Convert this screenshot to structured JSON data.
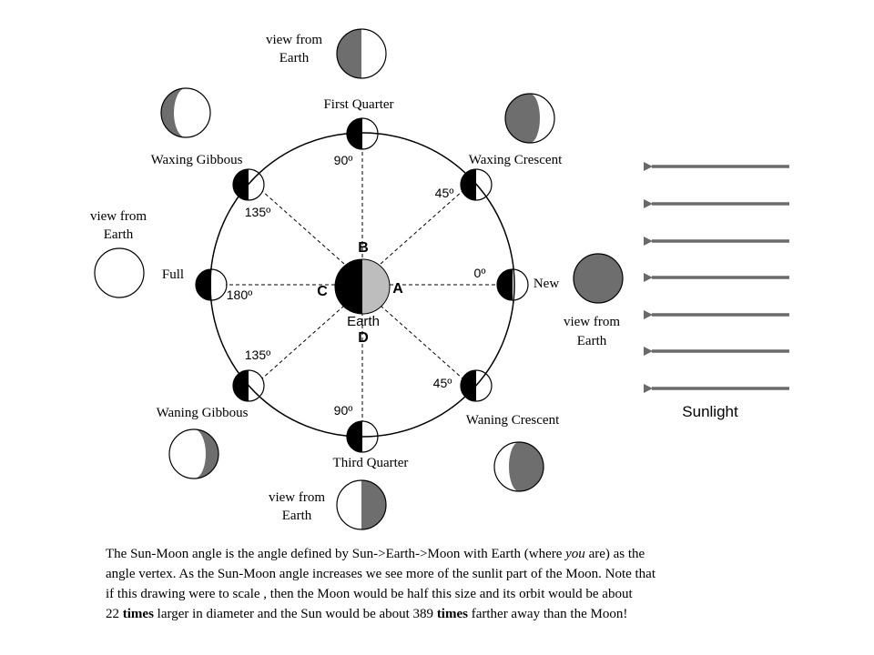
{
  "labels": {
    "first_quarter": "First Quarter",
    "waxing_crescent": "Waxing Crescent",
    "waxing_gibbous": "Waxing Gibbous",
    "full": "Full",
    "new": "New",
    "waning_gibbous": "Waning Gibbous",
    "waning_crescent": "Waning Crescent",
    "third_quarter": "Third Quarter",
    "earth": "Earth",
    "sunlight": "Sunlight",
    "point_a": "A",
    "point_b": "B",
    "point_c": "C",
    "point_d": "D"
  },
  "view_from_earth": {
    "line1": "view from",
    "line2": "Earth"
  },
  "angles": {
    "deg_0": "0º",
    "deg_45": "45º",
    "deg_90": "90º",
    "deg_135": "135º",
    "deg_180": "180º"
  },
  "caption": {
    "l1": "The Sun-Moon angle is the angle defined by Sun->Earth->Moon with Earth (where ",
    "l1_you": "you",
    "l1_end": " are) as the",
    "l2": "angle vertex. As the Sun-Moon angle increases we see more of the sunlit part of the Moon. Note that",
    "l3": "if this drawing were to scale , then the Moon would be half this size and its orbit would be about",
    "l4_a": "22 ",
    "l4_times1": "times",
    "l4_b": " larger in diameter and the Sun would be about 389 ",
    "l4_times2": "times",
    "l4_c": " farther away than the Moon!"
  },
  "colors": {
    "shadow_gray": "#6e6e6e",
    "earth_light": "#bdbdbd",
    "arrow_gray": "#6a6a6a"
  }
}
